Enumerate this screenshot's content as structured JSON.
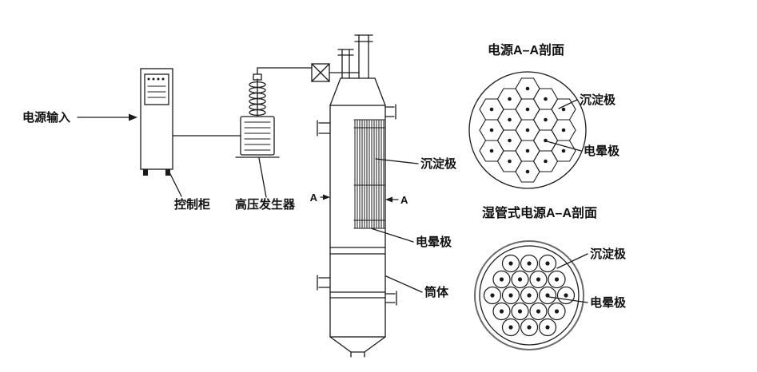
{
  "colors": {
    "line": "#1a1a1a",
    "background": "#ffffff"
  },
  "flow": {
    "power_input": "电源输入",
    "control_cabinet": "控制柜",
    "hv_generator": "高压发生器"
  },
  "vessel": {
    "section_marker": "A",
    "collecting_electrode": "沉淀极",
    "corona_electrode": "电晕极",
    "shell": "筒体"
  },
  "plate_section": {
    "title": "电源A–A剖面",
    "collecting_electrode": "沉淀极",
    "corona_electrode": "电晕极"
  },
  "wet_tube_section": {
    "title": "湿管式电源A–A剖面",
    "collecting_electrode": "沉淀极",
    "corona_electrode": "电晕极"
  }
}
